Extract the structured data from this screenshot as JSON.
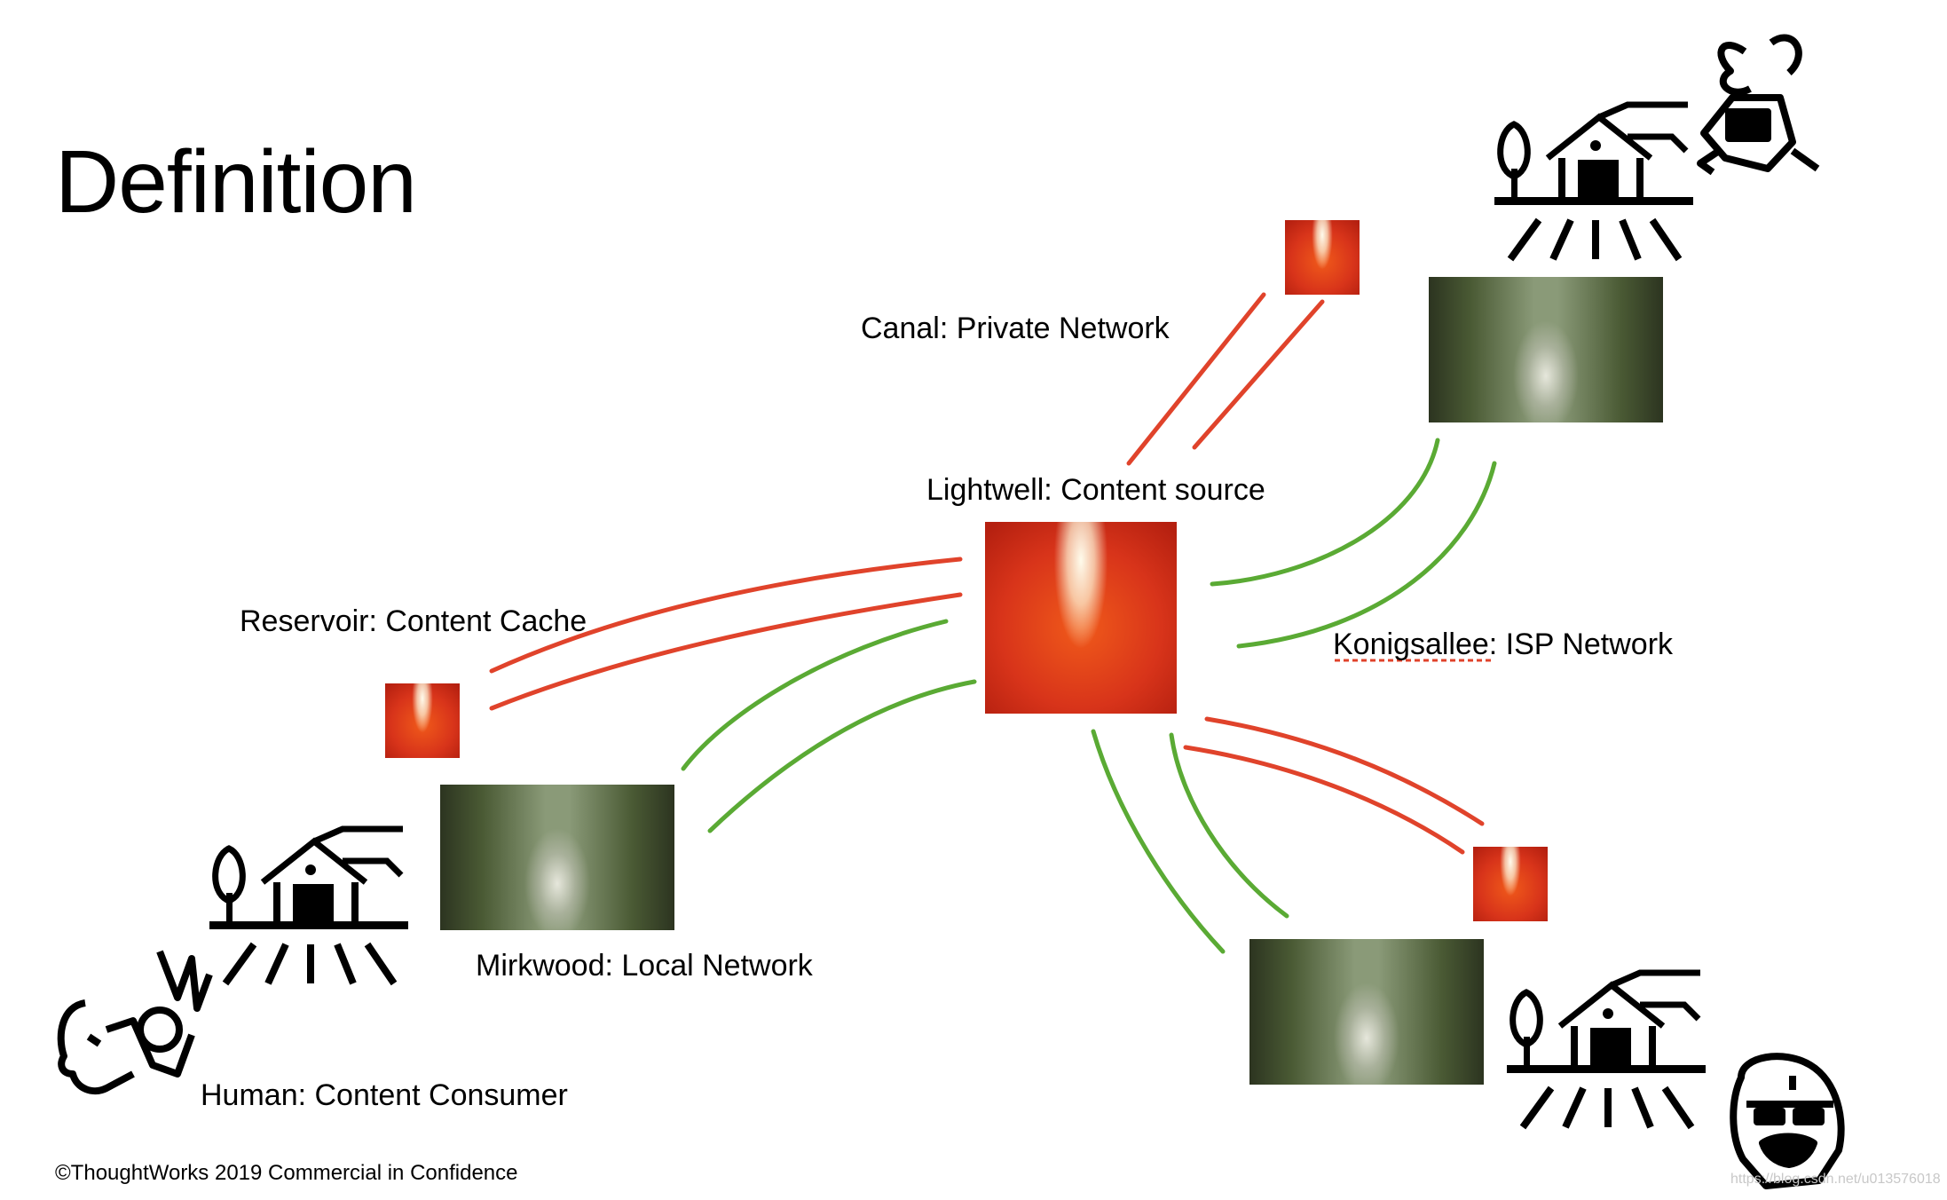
{
  "slide": {
    "title": "Definition",
    "footer": "©ThoughtWorks 2019 Commercial in Confidence",
    "watermark": "https://blog.csdn.net/u013576018"
  },
  "nodes": {
    "canal": {
      "label": "Canal: Private Network"
    },
    "lightwell": {
      "label": "Lightwell: Content source"
    },
    "reservoir": {
      "label": "Reservoir: Content Cache"
    },
    "konigsallee": {
      "label": "Konigsallee: ISP Network"
    },
    "mirkwood": {
      "label": "Mirkwood: Local Network"
    },
    "human": {
      "label": "Human: Content Consumer"
    }
  },
  "colors": {
    "private_link": "#e0432b",
    "isp_link": "#5aaa34",
    "spellcheck_underline": "#e0432b"
  },
  "icons": [
    "lightwell-image",
    "forest-image",
    "farm-icon",
    "person-icon"
  ]
}
